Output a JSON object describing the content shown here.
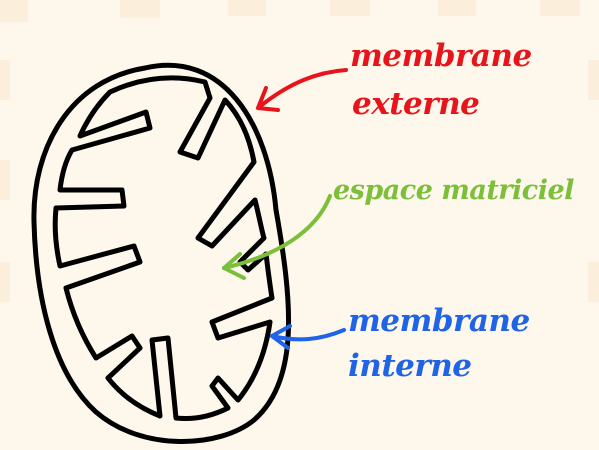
{
  "labels": {
    "outer_membrane": {
      "line1": "membrane",
      "line2": "externe"
    },
    "matrix_space": "espace matriciel",
    "inner_membrane": {
      "line1": "membrane",
      "line2": "interne"
    }
  },
  "colors": {
    "background": "#fdf7ec",
    "grid_squares": "#fbeedb",
    "outline": "#000000",
    "outer_membrane_label": "#e8141c",
    "matrix_space_label": "#7cbf3a",
    "inner_membrane_label": "#1f63e6"
  }
}
